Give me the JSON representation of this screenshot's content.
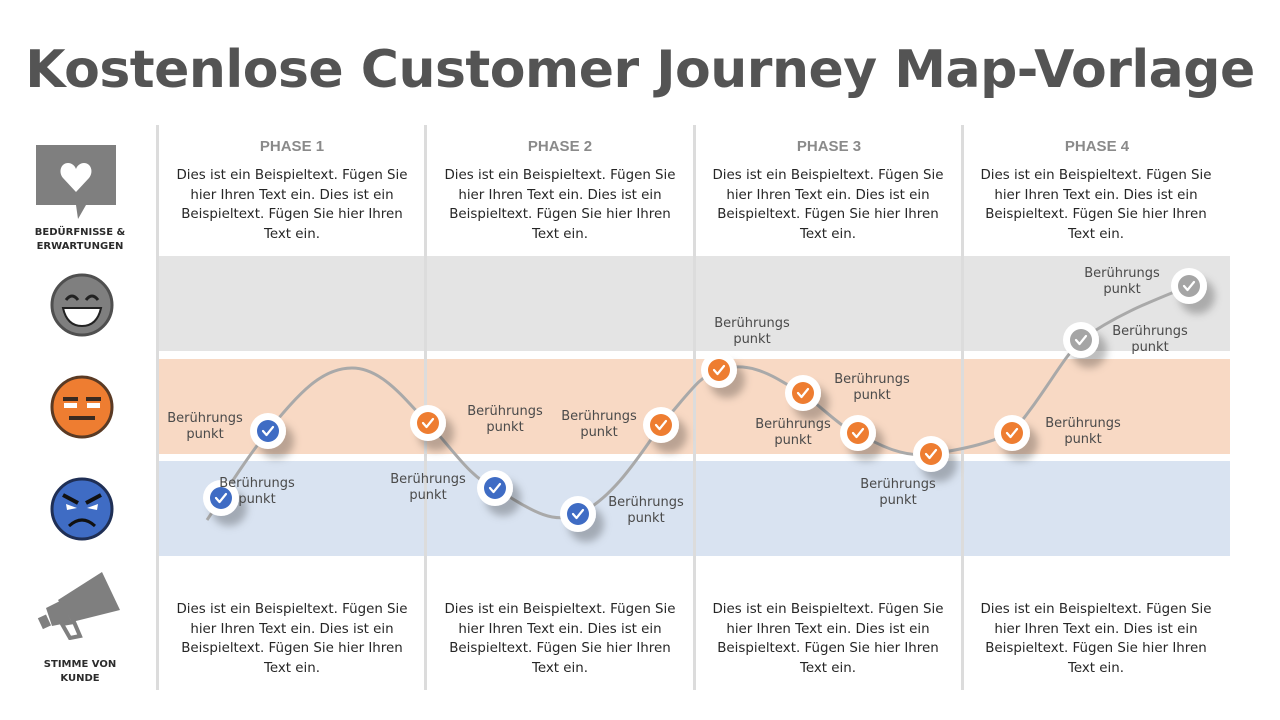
{
  "title": "Kostenlose Customer Journey Map-Vorlage",
  "side": {
    "needs_label_line1": "BEDÜRFNISSE &",
    "needs_label_line2": "ERWARTUNGEN",
    "voice_label_line1": "STIMME VON",
    "voice_label_line2": "KUNDE"
  },
  "phases": [
    {
      "title": "PHASE 1",
      "top_text": [
        "Dies ist ein Beispieltext. Fügen Sie",
        "hier Ihren Text ein. Dies ist ein",
        "Beispieltext. Fügen Sie hier Ihren",
        "Text ein."
      ],
      "bottom_text": [
        "Dies ist ein Beispieltext. Fügen Sie",
        "hier Ihren Text ein. Dies ist ein",
        "Beispieltext. Fügen Sie hier Ihren",
        "Text ein."
      ]
    },
    {
      "title": "PHASE 2",
      "top_text": [
        "Dies ist ein Beispieltext. Fügen Sie",
        "hier Ihren Text ein. Dies ist ein",
        "Beispieltext. Fügen Sie hier Ihren",
        "Text ein."
      ],
      "bottom_text": [
        "Dies ist ein Beispieltext. Fügen Sie",
        "hier Ihren Text ein. Dies ist ein",
        "Beispieltext. Fügen Sie hier Ihren",
        "Text ein."
      ]
    },
    {
      "title": "PHASE 3",
      "top_text": [
        "Dies ist ein Beispieltext. Fügen Sie",
        "hier Ihren Text ein. Dies ist ein",
        "Beispieltext. Fügen Sie hier Ihren",
        "Text ein."
      ],
      "bottom_text": [
        "Dies ist ein Beispieltext. Fügen Sie",
        "hier Ihren Text ein. Dies ist ein",
        "Beispieltext. Fügen Sie hier Ihren",
        "Text ein."
      ]
    },
    {
      "title": "PHASE 4",
      "top_text": [
        "Dies ist ein Beispieltext. Fügen Sie",
        "hier Ihren Text ein. Dies ist ein",
        "Beispieltext. Fügen Sie hier Ihren",
        "Text ein."
      ],
      "bottom_text": [
        "Dies ist ein Beispieltext. Fügen Sie",
        "hier Ihren Text ein. Dies ist ein",
        "Beispieltext. Fügen Sie hier Ihren",
        "Text ein."
      ]
    }
  ],
  "touchpoint_label": [
    "Berührungs",
    "punkt"
  ],
  "touchpoints": [
    {
      "mood": "angry"
    },
    {
      "mood": "angry"
    },
    {
      "mood": "neutral"
    },
    {
      "mood": "angry"
    },
    {
      "mood": "angry"
    },
    {
      "mood": "neutral"
    },
    {
      "mood": "neutral"
    },
    {
      "mood": "neutral"
    },
    {
      "mood": "neutral"
    },
    {
      "mood": "neutral"
    },
    {
      "mood": "neutral"
    },
    {
      "mood": "happy"
    },
    {
      "mood": "happy"
    }
  ],
  "colors": {
    "angry": "#3f6cc4",
    "neutral": "#ee7d31",
    "happy": "#a5a5a5",
    "curve": "#a9a9a9",
    "icon_gray": "#7f7f7f"
  },
  "icons": {
    "needs": "heart-speech-bubble-icon",
    "happy": "happy-face-icon",
    "neutral": "neutral-face-icon",
    "angry": "angry-face-icon",
    "voice": "megaphone-icon"
  }
}
